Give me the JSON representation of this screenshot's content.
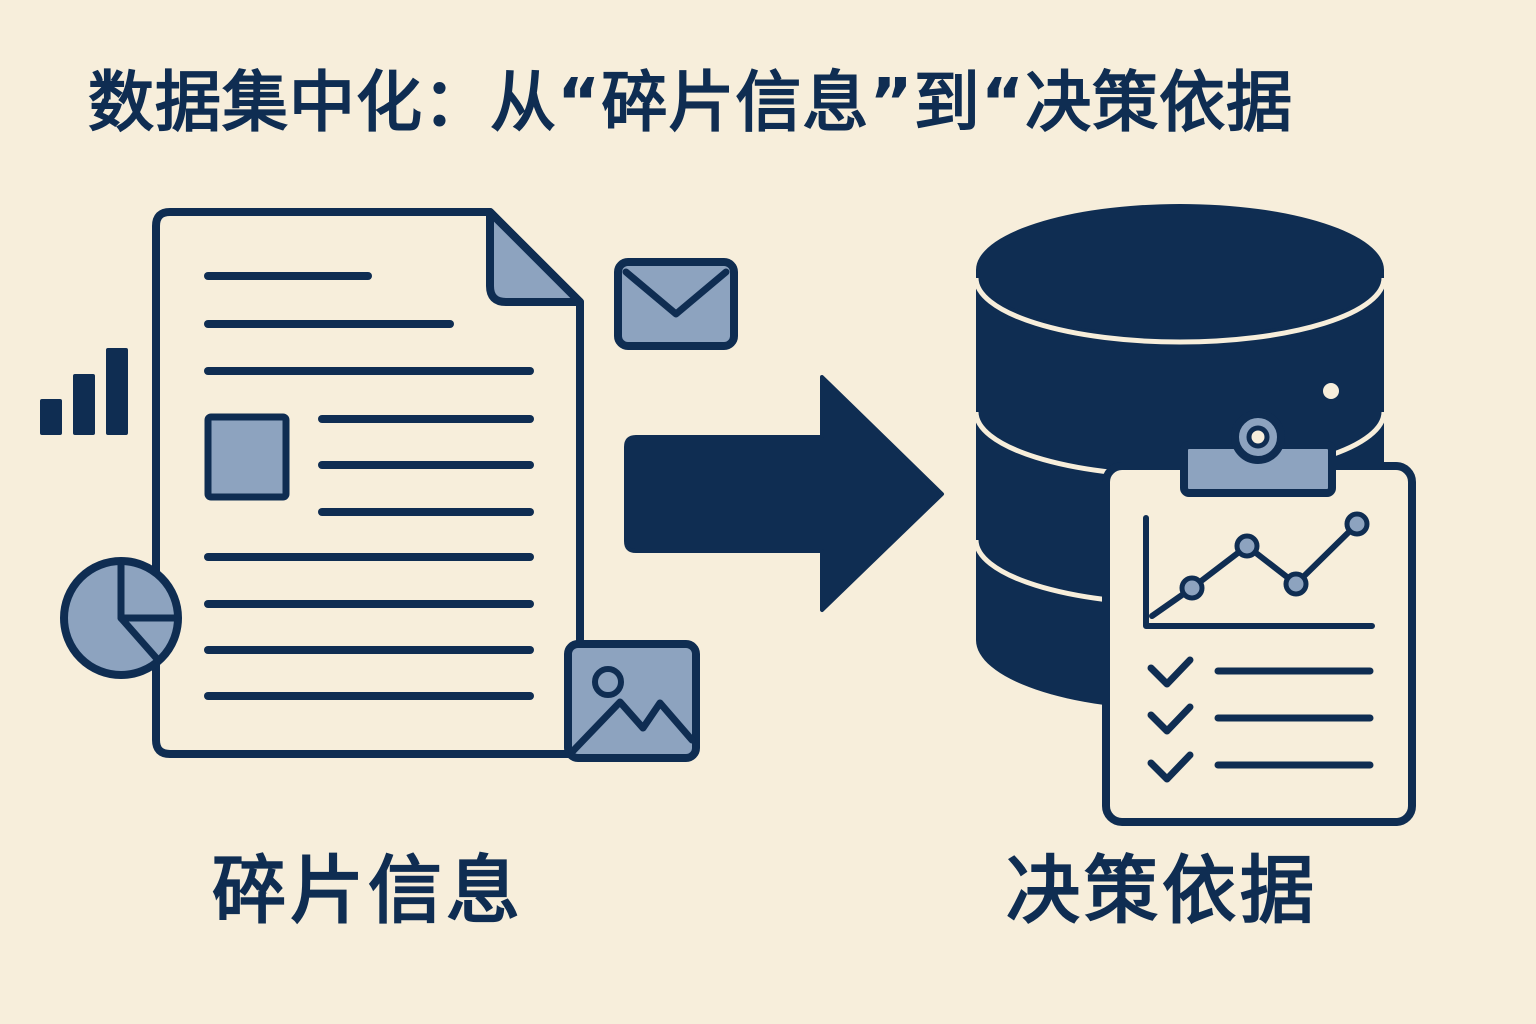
{
  "title": "数据集中化：从“碎片信息”到“决策依据",
  "left_label": "碎片信息",
  "right_label": "决策依据",
  "icons": {
    "left_group": [
      "document-icon",
      "bar-chart-icon",
      "pie-chart-icon",
      "email-icon",
      "image-icon"
    ],
    "center": "arrow-right-icon",
    "right_group": [
      "database-icon",
      "clipboard-report-icon",
      "line-chart-icon",
      "checklist-icon"
    ]
  },
  "colors": {
    "background": "#f7eedb",
    "navy": "#0f2d52",
    "slate_fill": "#8da3bf"
  }
}
